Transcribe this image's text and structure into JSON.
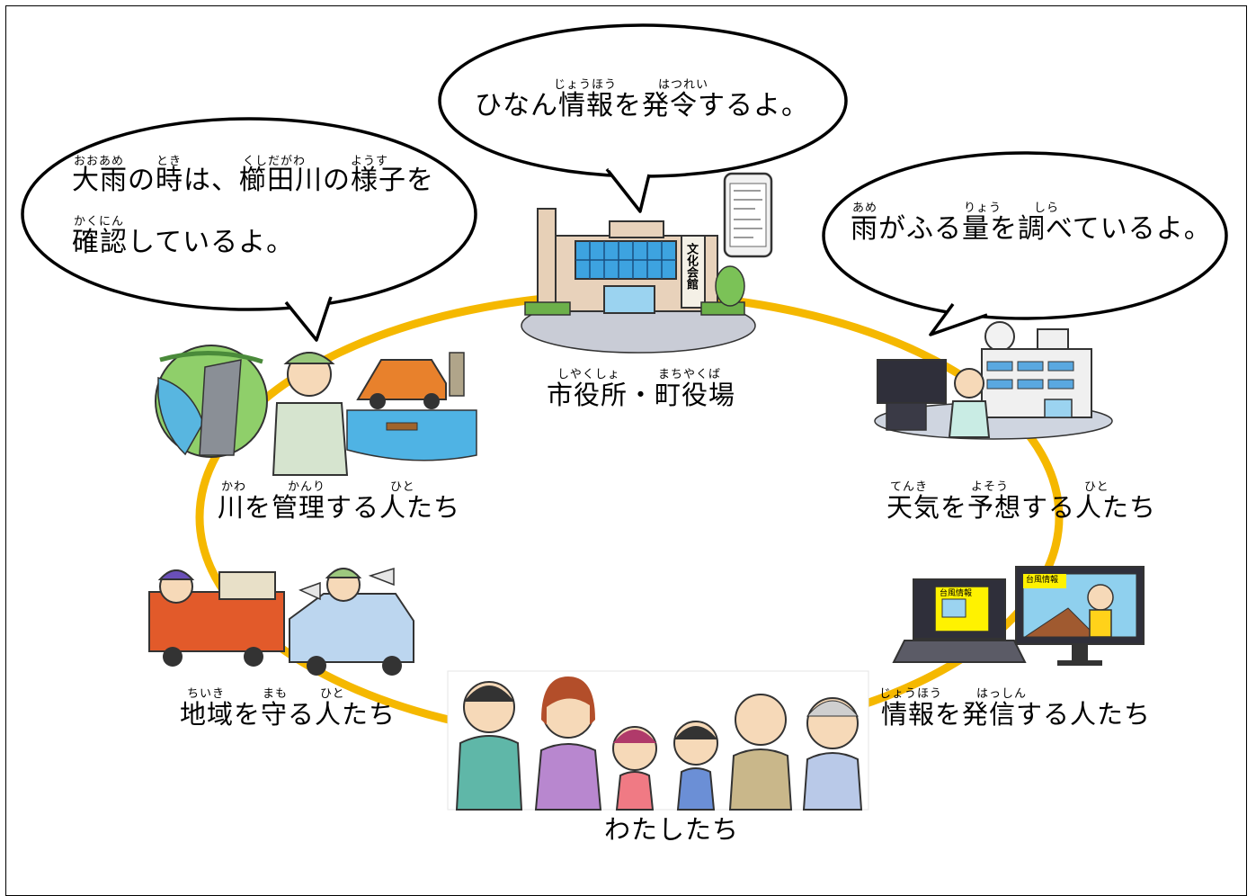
{
  "colors": {
    "ring": "#f5b800",
    "bubble_stroke": "#000000",
    "bubble_fill": "#ffffff",
    "frame": "#000000"
  },
  "bubbles": {
    "left": {
      "line1": "大雨の時は、櫛田川の様子を",
      "line1_ruby": [
        "おおあめ",
        "とき",
        "くしだがわ",
        "ようす"
      ],
      "line2": "確認しているよ。",
      "line2_ruby": [
        "かくにん"
      ]
    },
    "center": {
      "text": "ひなん情報を発令するよ。",
      "ruby": [
        "じょうほう",
        "はつれい"
      ]
    },
    "right": {
      "text": "雨がふる量を調べているよ。",
      "ruby": [
        "あめ",
        "りょう",
        "しら"
      ]
    }
  },
  "nodes": {
    "city_hall": {
      "label": "市役所・町役場",
      "ruby": [
        "しやくしょ",
        "まちやくば"
      ],
      "icon": "city-hall-icon",
      "sign": "文化会館"
    },
    "river": {
      "label": "川を管理する人たち",
      "ruby": [
        "かわ",
        "かんり",
        "ひと"
      ],
      "icon": "river-patrol-icon"
    },
    "weather": {
      "label": "天気を予想する人たち",
      "ruby": [
        "てんき",
        "よそう",
        "ひと"
      ],
      "icon": "weather-station-icon"
    },
    "community": {
      "label": "地域を守る人たち",
      "ruby": [
        "ちいき",
        "まも",
        "ひと"
      ],
      "icon": "fire-truck-icon"
    },
    "media": {
      "label": "情報を発信する人たち",
      "ruby": [
        "じょうほう",
        "はっしん"
      ],
      "icon": "tv-laptop-icon",
      "screen_text": "台風情報"
    },
    "us": {
      "label": "わたしたち",
      "icon": "family-icon"
    }
  }
}
